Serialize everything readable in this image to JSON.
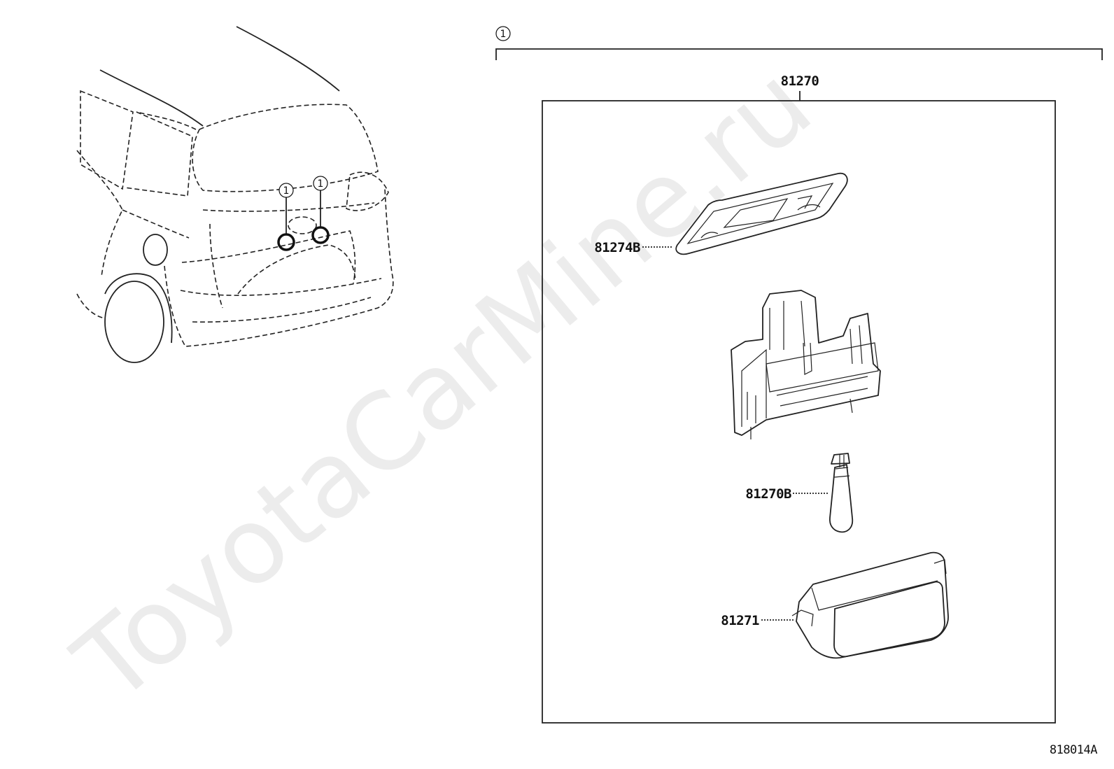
{
  "watermark": "ToyotaCarMine.ru",
  "figure_code": "818014A",
  "callout_marker": "1",
  "assembly": {
    "part_number": "81270"
  },
  "parts": [
    {
      "part_number": "81274B"
    },
    {
      "part_number": "81270B"
    },
    {
      "part_number": "81271"
    }
  ]
}
